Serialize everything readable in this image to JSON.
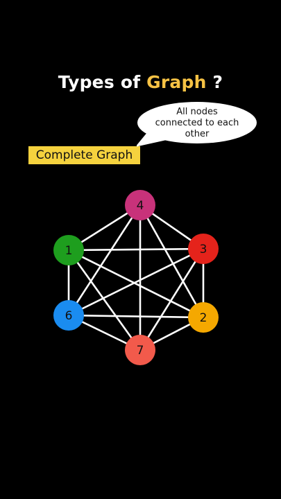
{
  "title": {
    "prefix": "Types of ",
    "highlight": "Graph",
    "suffix": " ?"
  },
  "label": "Complete Graph",
  "callout": {
    "lines": [
      "All nodes",
      "connected to each",
      "other"
    ]
  },
  "colors": {
    "background": "#000000",
    "title_accent": "#f6c244",
    "label_bg": "#f5d23e",
    "edge": "#ffffff"
  },
  "graph": {
    "nodes": [
      {
        "id": "4",
        "label": "4",
        "color": "#c8327a"
      },
      {
        "id": "3",
        "label": "3",
        "color": "#e5231b"
      },
      {
        "id": "2",
        "label": "2",
        "color": "#f5a800"
      },
      {
        "id": "7",
        "label": "7",
        "color": "#f25a4b"
      },
      {
        "id": "6",
        "label": "6",
        "color": "#1a8cf0"
      },
      {
        "id": "1",
        "label": "1",
        "color": "#1e9e1e"
      }
    ],
    "edges": [
      [
        "4",
        "3"
      ],
      [
        "4",
        "2"
      ],
      [
        "4",
        "7"
      ],
      [
        "4",
        "6"
      ],
      [
        "4",
        "1"
      ],
      [
        "3",
        "2"
      ],
      [
        "3",
        "7"
      ],
      [
        "3",
        "6"
      ],
      [
        "3",
        "1"
      ],
      [
        "2",
        "7"
      ],
      [
        "2",
        "6"
      ],
      [
        "2",
        "1"
      ],
      [
        "7",
        "6"
      ],
      [
        "7",
        "1"
      ],
      [
        "6",
        "1"
      ]
    ]
  }
}
